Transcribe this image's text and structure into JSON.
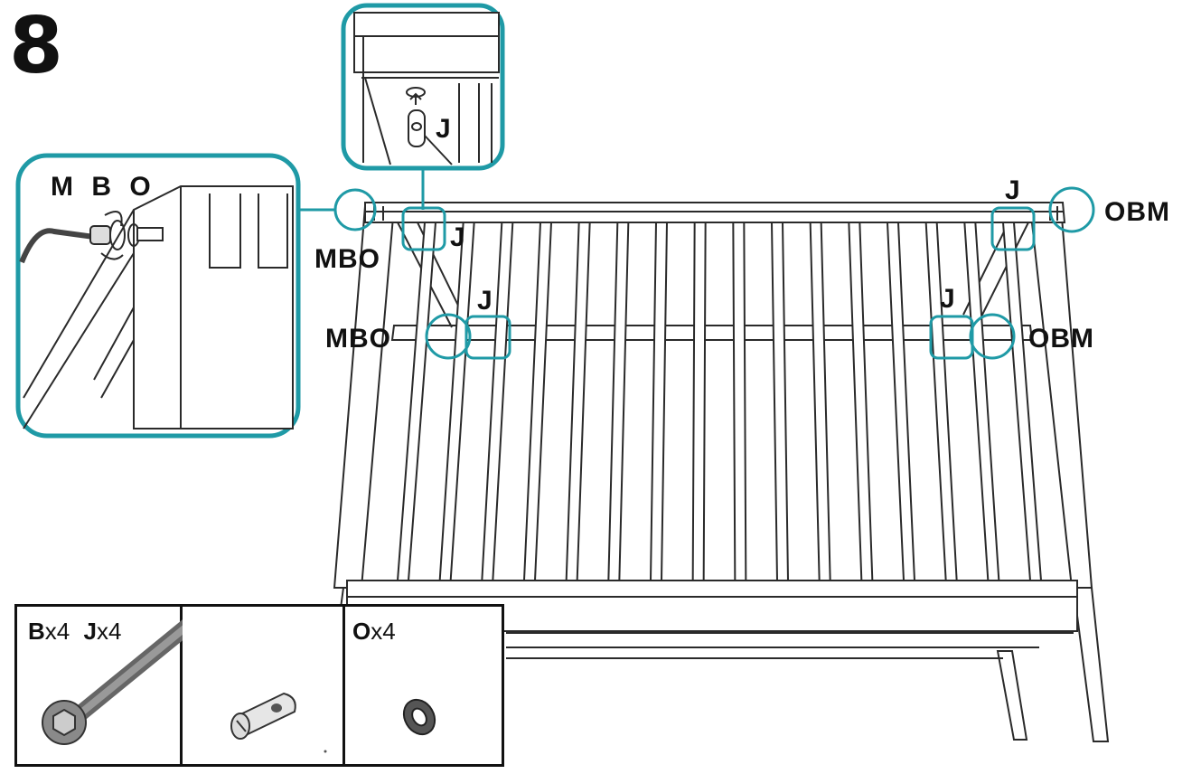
{
  "step": {
    "number": "8"
  },
  "colors": {
    "callout": "#1f9aa6",
    "line": "#2a2a2a",
    "fill": "#ffffff"
  },
  "detail_top": {
    "label": "J"
  },
  "detail_left": {
    "label": "M B O"
  },
  "labels": {
    "mbo_upper": "MBO",
    "mbo_lower": "MBO",
    "obm_upper": "OBM",
    "obm_lower": "OBM",
    "j_upper_left": "J",
    "j_mid_left": "J",
    "j_upper_right": "J",
    "j_mid_right": "J"
  },
  "parts": [
    {
      "letter": "B",
      "qty": "x4",
      "icon": "hex-bolt-icon"
    },
    {
      "letter": "J",
      "qty": "x4",
      "icon": "barrel-nut-icon"
    },
    {
      "letter": "O",
      "qty": "x4",
      "icon": "washer-icon"
    }
  ]
}
